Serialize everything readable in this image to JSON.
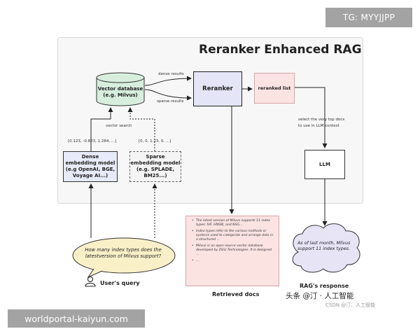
{
  "title": "Reranker Enhanced RAG",
  "nodes": {
    "vector_db": {
      "line1": "Vector database",
      "line2": "(e.g. Milvus)"
    },
    "reranker": "Reranker",
    "reranked_list": "reranked list",
    "llm": "LLM",
    "dense_model": {
      "line1": "Dense",
      "line2": "embedding model",
      "line3": "(e.g OpenAI, BGE,",
      "line4": "Voyage AI...)"
    },
    "sparse_model": {
      "line1": "Sparse",
      "line2": "embedding model",
      "line3": "(e.g. SPLADE,",
      "line4": "BM25...)"
    }
  },
  "edge_labels": {
    "dense_results": "dense results",
    "sparse_results": "sparse results",
    "vector_search": "vector search",
    "dense_vector": "[0.123, -0.823, 1.284, ...]",
    "sparse_vector": "[0, 0, 1.23, 0, ...]",
    "select_line1": "select the very top docs",
    "select_line2": "to use in LLM context"
  },
  "retrieved_docs": {
    "items": [
      "The latest version of Milvus supports 11 index types: IVF, HNSW, and NSG...",
      "Index types refer to the various methods or systems used to categorize and arrange data in a structured ...",
      "Milvus is an open-source vector database developed by Zilliz Technologies. It is designed ...",
      "..."
    ],
    "caption": "Retrieved docs"
  },
  "query": {
    "text": "How many index types does the latestversion of Milvus support?",
    "caption": "User's query"
  },
  "response": {
    "text": "As of last month, Milvus support 11 index types.",
    "caption": "RAG's response"
  },
  "overlays": {
    "badge": "TG: MYYJJPP",
    "footer": "worldportal-kaiyun.com",
    "watermark": "头条 @汀 · 人工智能",
    "watermark_small": "CSDN @汀、人工智能"
  }
}
